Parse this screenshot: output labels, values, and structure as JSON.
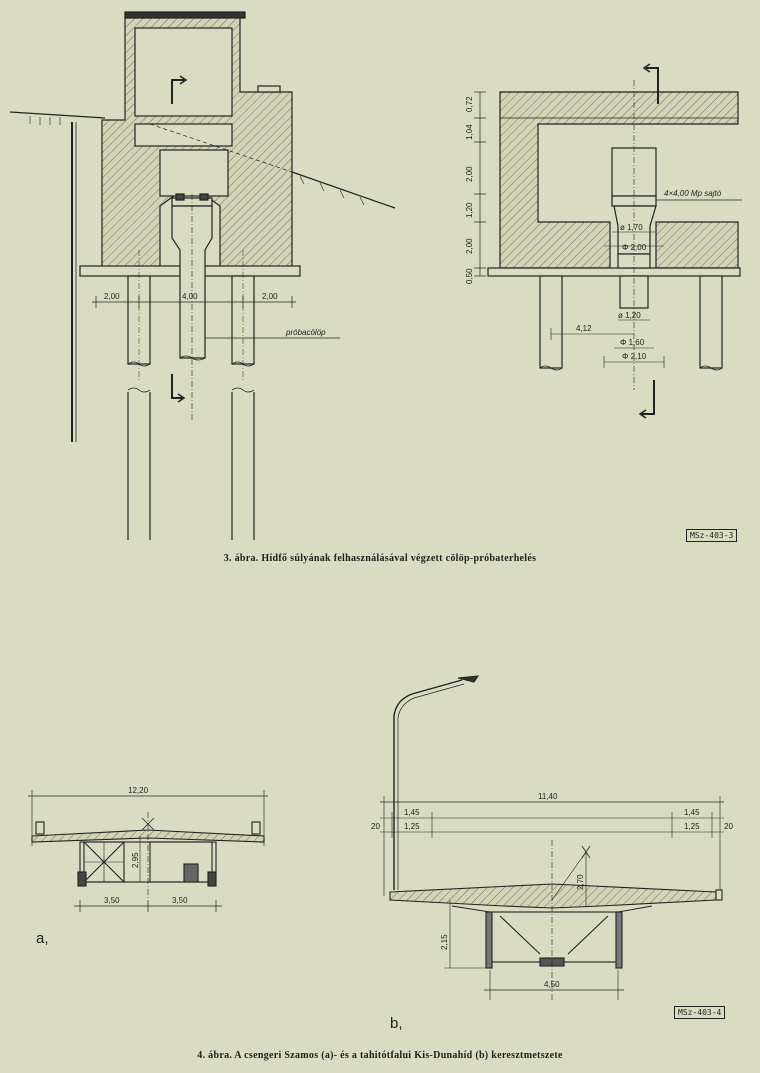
{
  "figure3": {
    "caption": "3. ábra. Hídfő súlyának felhasználásával végzett cölöp-próbaterhelés",
    "stamp": "MSz-403-3",
    "left_view": {
      "dims": [
        "2,00",
        "4,00",
        "2,00"
      ],
      "pile_label": "próbacölöp"
    },
    "right_view": {
      "vertical_dims": [
        "0,72",
        "1,04",
        "2,00",
        "1,20",
        "2,00",
        "0,50"
      ],
      "jack_label": "4×4,00 Mp sajtó",
      "dims": [
        "ø 1,70",
        "Φ 2,00",
        "ø 1,20",
        "4,12",
        "Φ 1,60",
        "Φ 2,10"
      ]
    }
  },
  "figure4": {
    "caption": "4. ábra. A csengeri Szamos (a)- és a tahitótfalui Kis-Dunahíd (b) keresztmetszete",
    "stamp": "MSz-403-4",
    "a": {
      "label": "a,",
      "total_width": "12,20",
      "height": "2,95",
      "spans": [
        "3,50",
        "3,50"
      ]
    },
    "b": {
      "label": "b,",
      "total_width": "11,40",
      "side_left": [
        "1,45",
        "1,25",
        "20"
      ],
      "side_right": [
        "1,45",
        "1,25",
        "20"
      ],
      "height": "2,70",
      "depth": "2,15",
      "bottom_width": "4,50"
    }
  }
}
